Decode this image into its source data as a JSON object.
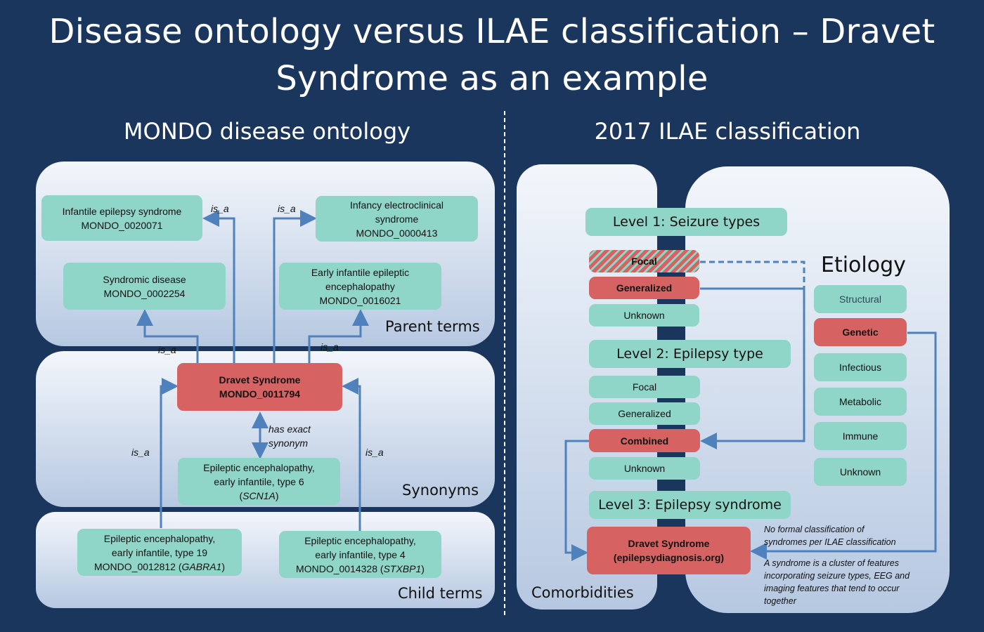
{
  "title": "Disease ontology versus ILAE classification – Dravet Syndrome as an example",
  "left": {
    "heading": "MONDO disease ontology",
    "sections": {
      "parent": "Parent terms",
      "synonyms": "Synonyms",
      "child": "Child terms"
    },
    "nodes": {
      "infantile_epilepsy": [
        "Infantile epilepsy syndrome",
        "MONDO_0020071"
      ],
      "infancy_electroclinical": [
        "Infancy electroclinical",
        "syndrome",
        "MONDO_0000413"
      ],
      "syndromic_disease": [
        "Syndromic disease",
        "MONDO_0002254"
      ],
      "early_infantile_ee": [
        "Early infantile epileptic",
        "encephalopathy",
        "MONDO_0016021"
      ],
      "dravet": [
        "Dravet Syndrome",
        "MONDO_0011794"
      ],
      "synonym": [
        "Epileptic encephalopathy,",
        "early infantile, type 6",
        "(",
        "SCN1A",
        ")"
      ],
      "child19": [
        "Epileptic encephalopathy,",
        "early infantile, type 19",
        "MONDO_0012812 (",
        "GABRA1",
        ")"
      ],
      "child4": [
        "Epileptic encephalopathy,",
        "early infantile, type 4",
        "MONDO_0014328 (",
        "STXBP1",
        ")"
      ]
    },
    "relations": {
      "is_a": "is_a",
      "has_exact_synonym_1": "has exact",
      "has_exact_synonym_2": "synonym"
    }
  },
  "right": {
    "heading": "2017 ILAE classification",
    "comorbidities": "Comorbidities",
    "etiology_title": "Etiology",
    "level1": {
      "title": "Level 1: Seizure types",
      "items": [
        "Focal",
        "Generalized",
        "Unknown"
      ]
    },
    "level2": {
      "title": "Level 2: Epilepsy type",
      "items": [
        "Focal",
        "Generalized",
        "Combined",
        "Unknown"
      ]
    },
    "level3": {
      "title": "Level 3: Epilepsy syndrome"
    },
    "dravet": [
      "Dravet Syndrome",
      "(epilepsydiagnosis.org)"
    ],
    "etiology": [
      "Structural",
      "Genetic",
      "Infectious",
      "Metabolic",
      "Immune",
      "Unknown"
    ],
    "note1": [
      "No formal classification of",
      "syndromes per ILAE classification"
    ],
    "note2": [
      "A syndrome is a cluster of features",
      "incorporating seizure types, EEG and",
      "imaging features that tend to occur",
      "together"
    ]
  },
  "colors": {
    "background": "#1b365d",
    "teal": "#8fd5c8",
    "red": "#d66262",
    "arrow": "#4f81bd"
  }
}
